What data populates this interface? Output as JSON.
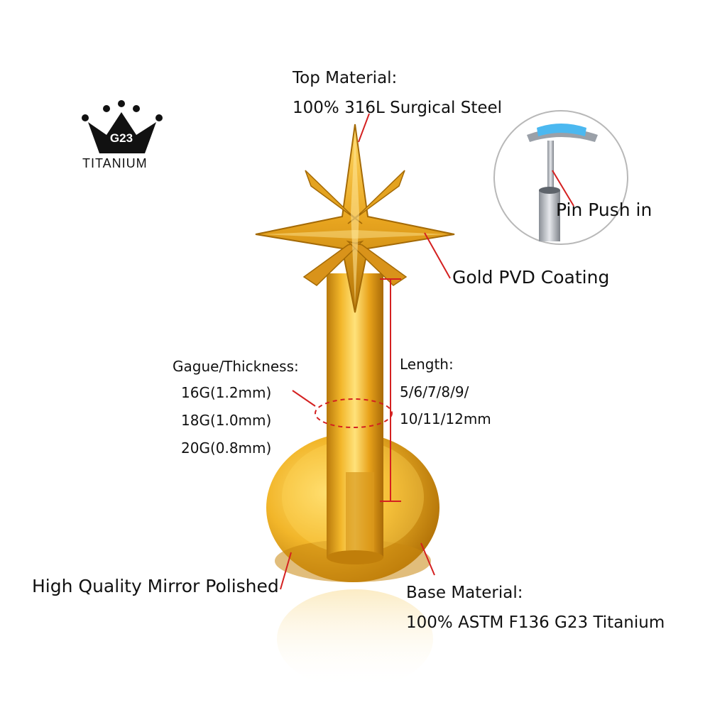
{
  "badge": {
    "grade": "G23",
    "material": "TITANIUM"
  },
  "labels": {
    "top_material_title": "Top Material:",
    "top_material_value": "100% 316L Surgical Steel",
    "pin_push": "Pin Push in",
    "coating": "Gold PVD Coating",
    "gauge_title": "Gague/Thickness:",
    "gauge_options": [
      "16G(1.2mm)",
      "18G(1.0mm)",
      "20G(0.8mm)"
    ],
    "length_title": "Length:",
    "length_line1": "5/6/7/8/9/",
    "length_line2": "10/11/12mm",
    "polish": "High Quality Mirror Polished",
    "base_material_title": "Base Material:",
    "base_material_value": "100% ASTM F136 G23 Titanium"
  },
  "colors": {
    "gold_light": "#FFE27A",
    "gold_mid": "#F2B62A",
    "gold_dark": "#B97A0C",
    "callout_red": "#D42020"
  },
  "icons": [
    "crown-icon",
    "star-top-icon",
    "pin-detail-icon"
  ]
}
